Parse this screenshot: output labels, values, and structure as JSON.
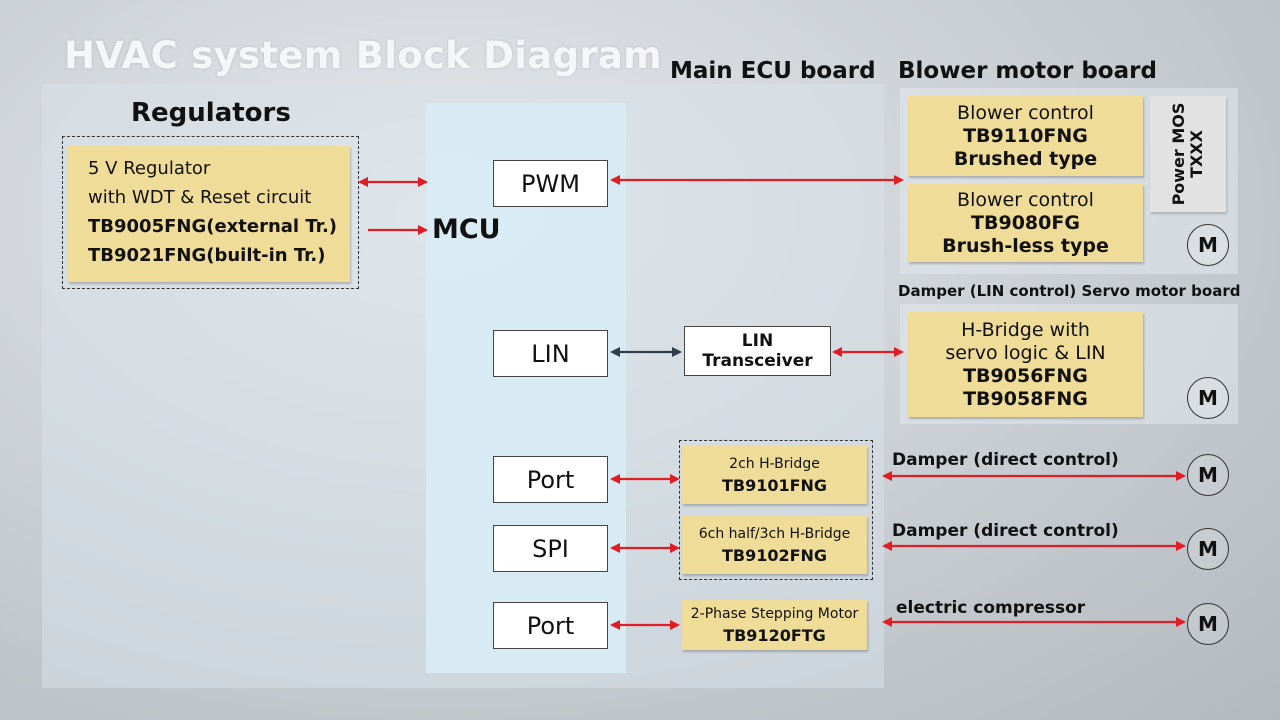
{
  "title": "HVAC system  Block Diagram",
  "headers": {
    "main_ecu": "Main ECU board",
    "blower_motor": "Blower motor board",
    "regulators": "Regulators",
    "servo_motor": "Damper (LIN control)  Servo motor board"
  },
  "mcu": "MCU",
  "regulator_box": {
    "line1": "5 V Regulator",
    "line2": "with WDT & Reset circuit",
    "line3": "TB9005FNG(external Tr.)",
    "line4": "TB9021FNG(built-in Tr.)"
  },
  "ports": {
    "pwm": "PWM",
    "lin": "LIN",
    "port1": "Port",
    "spi": "SPI",
    "port2": "Port"
  },
  "lin_transceiver": {
    "line1": "LIN",
    "line2": "Transceiver"
  },
  "blower_brushed": {
    "line1": "Blower control",
    "line2": "TB9110FNG",
    "line3": "Brushed type"
  },
  "blower_brushless": {
    "line1": "Blower control",
    "line2": "TB9080FG",
    "line3": "Brush-less type"
  },
  "power_mos": {
    "line1": "Power MOS",
    "line2": "TXXX"
  },
  "servo_box": {
    "line1": "H-Bridge with",
    "line2": "servo logic & LIN",
    "line3": "TB9056FNG",
    "line4": "TB9058FNG"
  },
  "hbridge_2ch": {
    "line1": "2ch H-Bridge",
    "line2": "TB9101FNG"
  },
  "hbridge_6ch": {
    "line1": "6ch half/3ch H-Bridge",
    "line2": "TB9102FNG"
  },
  "stepping": {
    "line1": "2-Phase Stepping Motor",
    "line2": "TB9120FTG"
  },
  "motor_label": "M",
  "labels": {
    "damper1": "Damper (direct control)",
    "damper2": "Damper (direct control)",
    "compressor": "electric compressor"
  },
  "colors": {
    "arrow_red": "#e01c24",
    "arrow_dark": "#2e3e4a",
    "chip_yellow": "#eedc98",
    "mcu_column": "#d8ebf5"
  }
}
